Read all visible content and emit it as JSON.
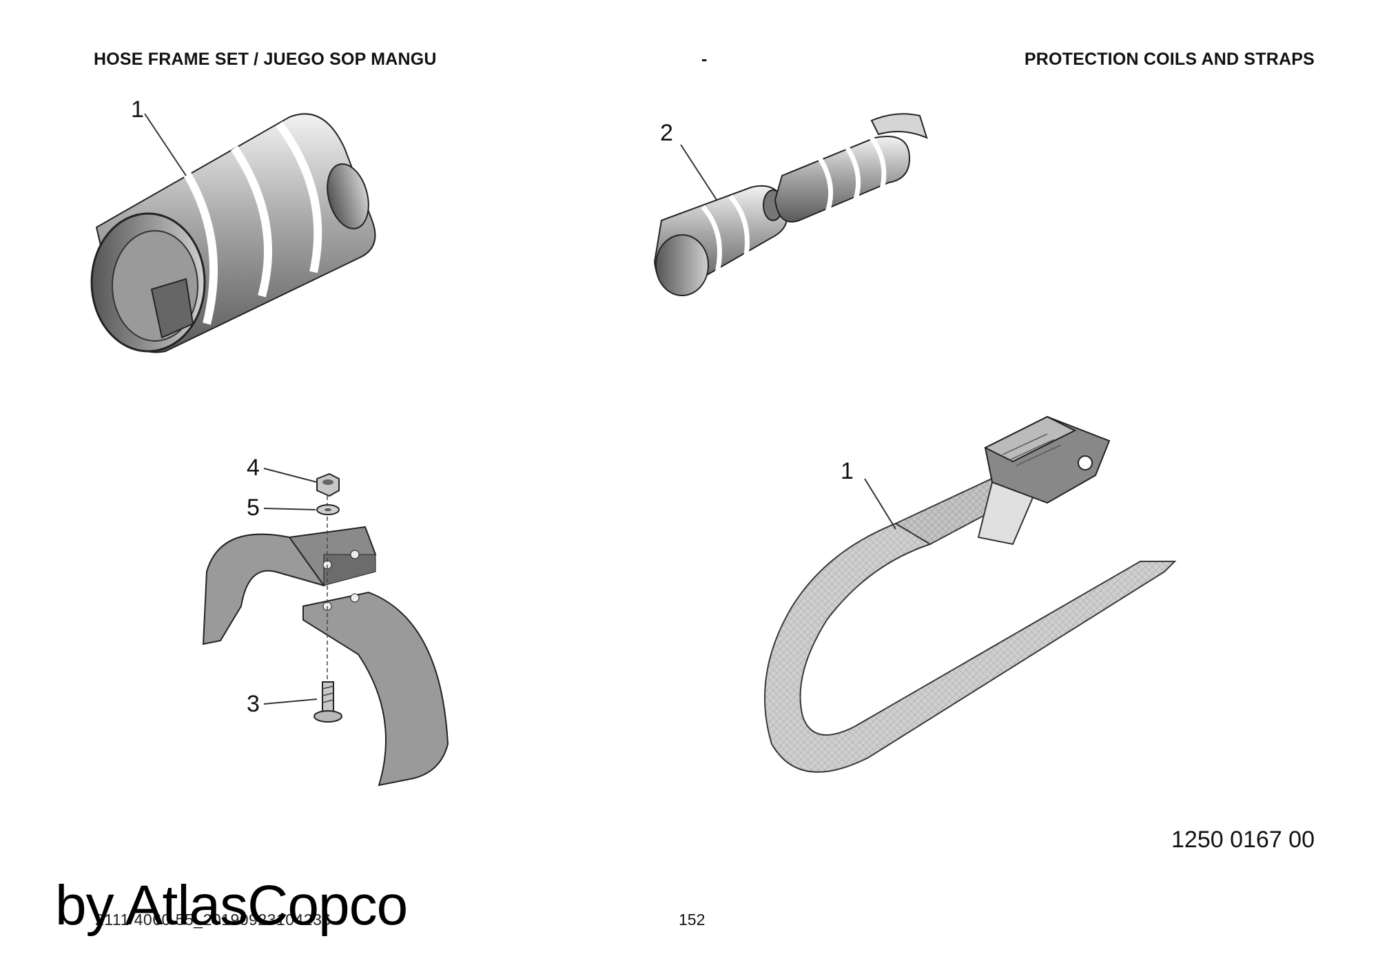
{
  "header": {
    "left": "HOSE FRAME SET / JUEGO SOP MANGU",
    "middle": "-",
    "right": "PROTECTION COILS AND STRAPS"
  },
  "callouts": {
    "coil_large": "1",
    "coil_split": "2",
    "nut": "4",
    "washer": "5",
    "bolt": "3",
    "strap": "1"
  },
  "footer": {
    "part_number": "1250 0167 00",
    "page_number": "152",
    "document_id": "2111 4060 55_20190923104236",
    "watermark": "by AtlasCopco"
  }
}
